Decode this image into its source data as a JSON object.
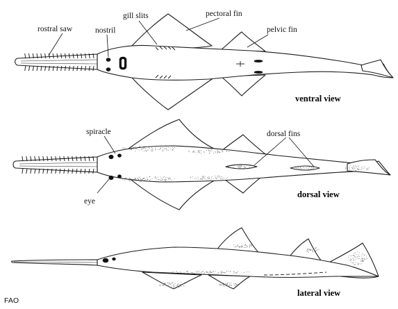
{
  "labels": {
    "rostral_saw": "rostral saw",
    "nostril": "nostril",
    "gill_slits": "gill slits",
    "pectoral_fin": "pectoral fin",
    "pelvic_fin": "pelvic fin",
    "spiracle": "spiracle",
    "eye": "eye",
    "dorsal_fins": "dorsal fins"
  },
  "views": {
    "ventral": "ventral view",
    "dorsal": "dorsal view",
    "lateral": "lateral view"
  },
  "credit": "FAO",
  "colors": {
    "outline": "#1a1a1a",
    "background": "#ffffff"
  }
}
